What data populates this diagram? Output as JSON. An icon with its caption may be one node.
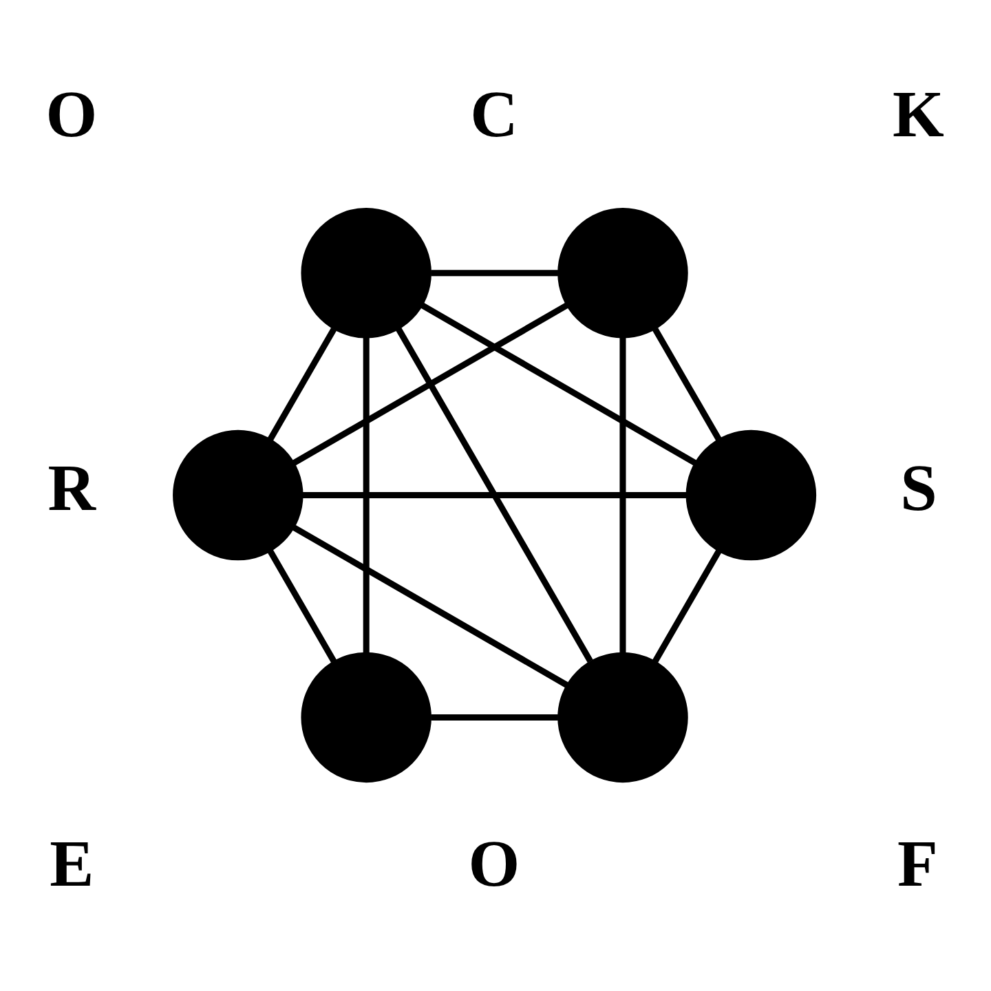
{
  "diagram": {
    "nodes": [
      {
        "text": [],
        "shape": "circle"
      },
      {
        "text": [],
        "shape": "circle"
      },
      {
        "text": [],
        "shape": "circle"
      },
      {
        "text": [],
        "shape": "circle"
      },
      {
        "text": [],
        "shape": "circle"
      },
      {
        "text": [],
        "shape": "circle"
      }
    ],
    "edges": [
      {
        "from": 0,
        "to": 1,
        "arrow": "none"
      },
      {
        "from": 0,
        "to": 2,
        "arrow": "none"
      },
      {
        "from": 0,
        "to": 5,
        "arrow": "none"
      },
      {
        "from": 1,
        "to": 2,
        "arrow": "none"
      },
      {
        "from": 1,
        "to": 3,
        "arrow": "none"
      },
      {
        "from": 1,
        "to": 4,
        "arrow": "none"
      },
      {
        "from": 1,
        "to": 5,
        "arrow": "none"
      },
      {
        "from": 2,
        "to": 3,
        "arrow": "none"
      },
      {
        "from": 2,
        "to": 4,
        "arrow": "none"
      },
      {
        "from": 2,
        "to": 5,
        "arrow": "none"
      },
      {
        "from": 3,
        "to": 4,
        "arrow": "none"
      },
      {
        "from": 3,
        "to": 5,
        "arrow": "none"
      },
      {
        "from": 4,
        "to": 5,
        "arrow": "none"
      }
    ],
    "labels": [
      "R",
      "O",
      "C",
      "K",
      "S",
      "F",
      "O",
      "E"
    ]
  }
}
